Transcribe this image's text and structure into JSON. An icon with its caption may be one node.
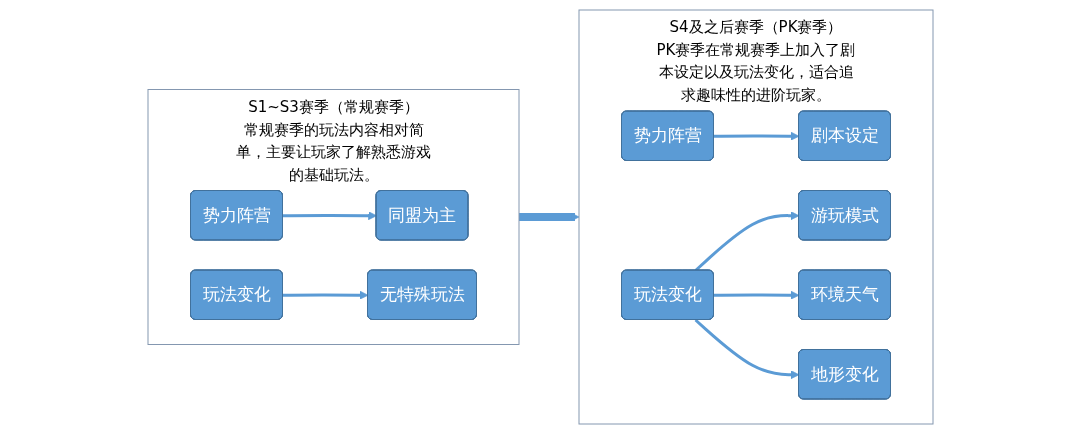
{
  "diagram": {
    "nodes": [
      {
        "text": [
          "S1~S3赛季（常规赛季）",
          "常规赛季的玩法内容相对简单，主要让玩家了解熟悉游戏的基础玩法。"
        ]
      },
      {
        "text": [
          "势力阵营"
        ],
        "in": 0
      },
      {
        "text": [
          "同盟为主"
        ],
        "in": 0
      },
      {
        "text": [
          "玩法变化"
        ],
        "in": 0
      },
      {
        "text": [
          "无特殊玩法"
        ],
        "in": 0
      },
      {
        "text": [
          "S4及之后赛季（PK赛季）",
          "PK赛季在常规赛季上加入了剧本设定以及玩法变化，适合追求趣味性的进阶玩家。"
        ]
      },
      {
        "text": [
          "势力阵营"
        ],
        "in": 5
      },
      {
        "text": [
          "剧本设定"
        ],
        "in": 5
      },
      {
        "text": [
          "玩法变化"
        ],
        "in": 5
      },
      {
        "text": [
          "游玩模式"
        ],
        "in": 5
      },
      {
        "text": [
          "环境天气"
        ],
        "in": 5
      },
      {
        "text": [
          "地形变化"
        ],
        "in": 5
      }
    ],
    "edges": [
      {
        "from": 1,
        "to": 2,
        "arrow": "to"
      },
      {
        "from": 3,
        "to": 4,
        "arrow": "to"
      },
      {
        "from": 0,
        "to": 5,
        "arrow": "to",
        "style": "thick"
      },
      {
        "from": 6,
        "to": 7,
        "arrow": "to"
      },
      {
        "from": 8,
        "to": 9,
        "arrow": "to"
      },
      {
        "from": 8,
        "to": 10,
        "arrow": "to"
      },
      {
        "from": 8,
        "to": 11,
        "arrow": "to"
      }
    ]
  }
}
